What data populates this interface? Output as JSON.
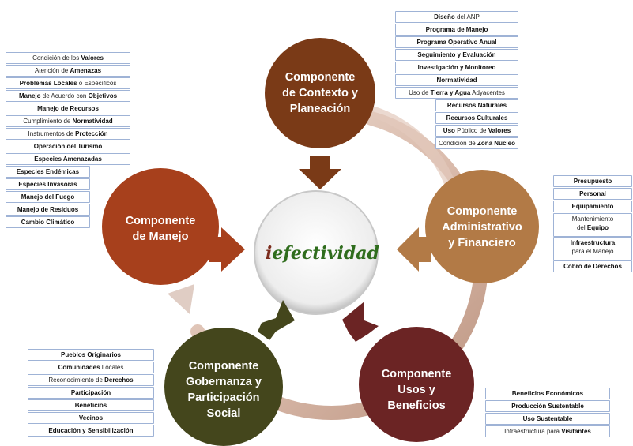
{
  "center_logo": {
    "prefix": "i",
    "word": "efectividad"
  },
  "components": [
    {
      "key": "contexto",
      "label": "Componente\nde Contexto y\nPlaneación",
      "color": "#7a3a17"
    },
    {
      "key": "administrativo",
      "label": "Componente\nAdministrativo\ny Financiero",
      "color": "#b27a46"
    },
    {
      "key": "usos",
      "label": "Componente\nUsos y\nBeneficios",
      "color": "#6b2424"
    },
    {
      "key": "gobernanza",
      "label": "Componente\nGobernanza y\nParticipación\nSocial",
      "color": "#44461c"
    },
    {
      "key": "manejo",
      "label": "Componente\nde Manejo",
      "color": "#a7401c"
    }
  ],
  "lists": {
    "contexto": [
      {
        "parts": [
          {
            "b": true,
            "t": "Diseño"
          },
          {
            "b": false,
            "t": " del ANP"
          }
        ]
      },
      {
        "parts": [
          {
            "b": true,
            "t": "Programa de Manejo"
          }
        ]
      },
      {
        "parts": [
          {
            "b": true,
            "t": "Programa Operativo Anual"
          }
        ]
      },
      {
        "parts": [
          {
            "b": true,
            "t": "Seguimiento y Evaluación"
          }
        ]
      },
      {
        "parts": [
          {
            "b": true,
            "t": "Investigación y Monitoreo"
          }
        ]
      },
      {
        "parts": [
          {
            "b": true,
            "t": "Normatividad"
          }
        ]
      },
      {
        "parts": [
          {
            "b": false,
            "t": "Uso de "
          },
          {
            "b": true,
            "t": "Tierra y Agua"
          },
          {
            "b": false,
            "t": " Adyacentes"
          }
        ]
      },
      {
        "parts": [
          {
            "b": true,
            "t": "Recursos Naturales"
          }
        ]
      },
      {
        "parts": [
          {
            "b": true,
            "t": "Recursos Culturales"
          }
        ]
      },
      {
        "parts": [
          {
            "b": true,
            "t": "Uso"
          },
          {
            "b": false,
            "t": " Público de "
          },
          {
            "b": true,
            "t": "Valores"
          }
        ]
      },
      {
        "parts": [
          {
            "b": false,
            "t": "Condición de "
          },
          {
            "b": true,
            "t": "Zona Núcleo"
          }
        ]
      }
    ],
    "manejo": [
      {
        "parts": [
          {
            "b": false,
            "t": "Condición de los "
          },
          {
            "b": true,
            "t": "Valores"
          }
        ]
      },
      {
        "parts": [
          {
            "b": false,
            "t": "Atención de "
          },
          {
            "b": true,
            "t": "Amenazas"
          }
        ]
      },
      {
        "parts": [
          {
            "b": true,
            "t": "Problemas Locales"
          },
          {
            "b": false,
            "t": " o Específicos"
          }
        ]
      },
      {
        "parts": [
          {
            "b": true,
            "t": "Manejo"
          },
          {
            "b": false,
            "t": " de Acuerdo con "
          },
          {
            "b": true,
            "t": "Objetivos"
          }
        ]
      },
      {
        "parts": [
          {
            "b": true,
            "t": "Manejo de Recursos"
          }
        ]
      },
      {
        "parts": [
          {
            "b": false,
            "t": "Cumplimiento de "
          },
          {
            "b": true,
            "t": "Normatividad"
          }
        ]
      },
      {
        "parts": [
          {
            "b": false,
            "t": "Instrumentos de "
          },
          {
            "b": true,
            "t": "Protección"
          }
        ]
      },
      {
        "parts": [
          {
            "b": true,
            "t": "Operación del Turismo"
          }
        ]
      },
      {
        "parts": [
          {
            "b": true,
            "t": "Especies Amenazadas"
          }
        ]
      },
      {
        "parts": [
          {
            "b": true,
            "t": "Especies Endémicas"
          }
        ]
      },
      {
        "parts": [
          {
            "b": true,
            "t": "Especies Invasoras"
          }
        ]
      },
      {
        "parts": [
          {
            "b": true,
            "t": "Manejo del Fuego"
          }
        ]
      },
      {
        "parts": [
          {
            "b": true,
            "t": "Manejo de Residuos"
          }
        ]
      },
      {
        "parts": [
          {
            "b": true,
            "t": "Cambio Climático"
          }
        ]
      }
    ],
    "administrativo": [
      {
        "parts": [
          {
            "b": true,
            "t": "Presupuesto"
          }
        ]
      },
      {
        "parts": [
          {
            "b": true,
            "t": "Personal"
          }
        ]
      },
      {
        "parts": [
          {
            "b": true,
            "t": "Equipamiento"
          }
        ]
      },
      {
        "parts": [
          {
            "b": false,
            "t": "Mantenimiento\ndel "
          },
          {
            "b": true,
            "t": "Equipo"
          }
        ]
      },
      {
        "parts": [
          {
            "b": true,
            "t": "Infraestructura"
          },
          {
            "b": false,
            "t": "\npara el Manejo"
          }
        ]
      },
      {
        "parts": [
          {
            "b": true,
            "t": "Cobro de Derechos"
          }
        ]
      }
    ],
    "gobernanza": [
      {
        "parts": [
          {
            "b": true,
            "t": "Pueblos Originarios"
          }
        ]
      },
      {
        "parts": [
          {
            "b": true,
            "t": "Comunidades"
          },
          {
            "b": false,
            "t": " Locales"
          }
        ]
      },
      {
        "parts": [
          {
            "b": false,
            "t": "Reconocimiento de "
          },
          {
            "b": true,
            "t": "Derechos"
          }
        ]
      },
      {
        "parts": [
          {
            "b": true,
            "t": "Participación"
          }
        ]
      },
      {
        "parts": [
          {
            "b": true,
            "t": "Beneficios"
          }
        ]
      },
      {
        "parts": [
          {
            "b": true,
            "t": "Vecinos"
          }
        ]
      },
      {
        "parts": [
          {
            "b": true,
            "t": "Educación y Sensibilización"
          }
        ]
      }
    ],
    "usos": [
      {
        "parts": [
          {
            "b": true,
            "t": "Beneficios Económicos"
          }
        ]
      },
      {
        "parts": [
          {
            "b": true,
            "t": "Producción Sustentable"
          }
        ]
      },
      {
        "parts": [
          {
            "b": true,
            "t": "Uso Sustentable"
          }
        ]
      },
      {
        "parts": [
          {
            "b": false,
            "t": "Infraestructura para "
          },
          {
            "b": true,
            "t": "Visitantes"
          }
        ]
      }
    ]
  }
}
